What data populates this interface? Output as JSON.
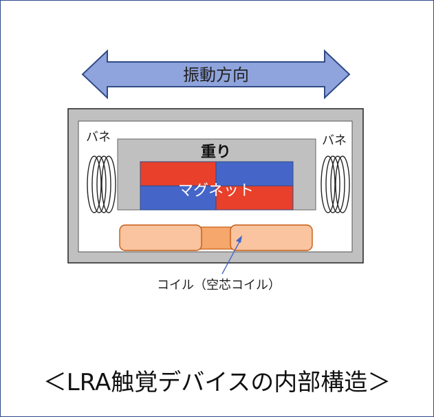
{
  "diagram": {
    "direction_label": "振動方向",
    "weight_label": "重り",
    "magnet_label": "マグネット",
    "spring_left_label": "バネ",
    "spring_right_label": "バネ",
    "coil_label": "コイル（空芯コイル）",
    "caption": "＜LRA触覚デバイスの内部構造＞"
  },
  "colors": {
    "arrow_fill": "#8fa3dc",
    "arrow_stroke": "#2f4a86",
    "housing_fill": "#c0c0c0",
    "magnet_red": "#e8402a",
    "magnet_blue": "#4566c8",
    "coil_fill": "#f9c49f",
    "coil_core": "#f5a76c",
    "coil_stroke": "#c55a11"
  }
}
